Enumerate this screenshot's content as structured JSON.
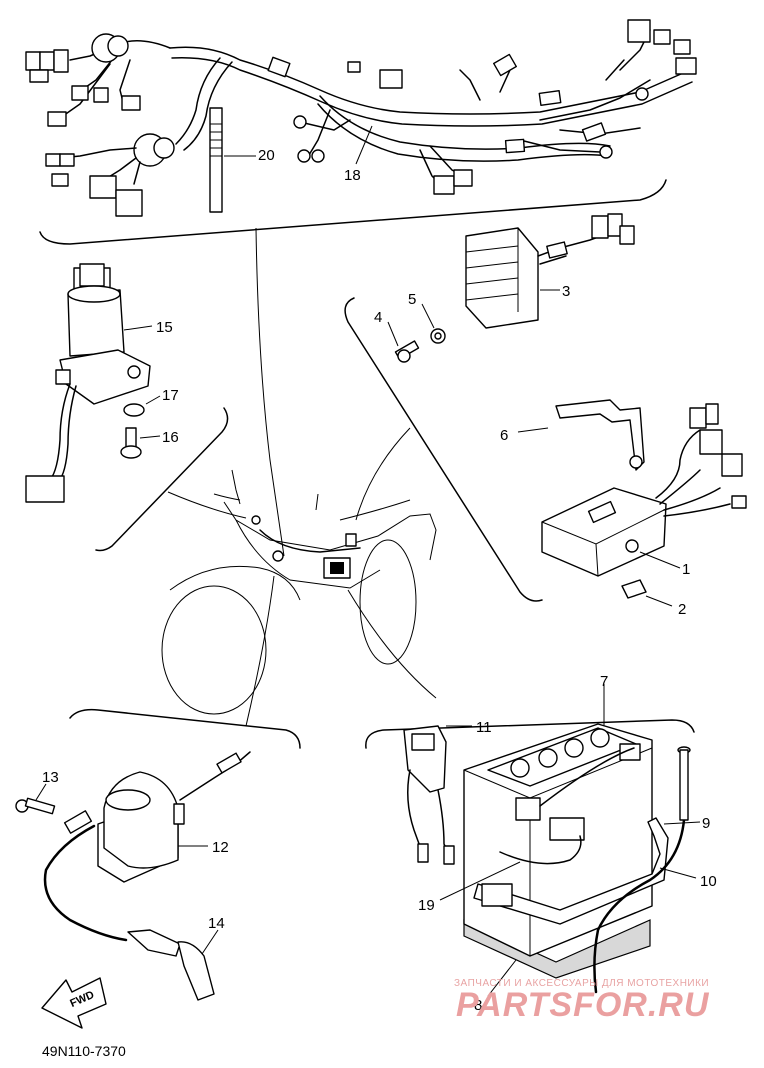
{
  "diagram": {
    "part_labels": [
      {
        "id": "1",
        "text": "1"
      },
      {
        "id": "2",
        "text": "2"
      },
      {
        "id": "3",
        "text": "3"
      },
      {
        "id": "4",
        "text": "4"
      },
      {
        "id": "5",
        "text": "5"
      },
      {
        "id": "6",
        "text": "6"
      },
      {
        "id": "7",
        "text": "7"
      },
      {
        "id": "8",
        "text": "8"
      },
      {
        "id": "9",
        "text": "9"
      },
      {
        "id": "10",
        "text": "10"
      },
      {
        "id": "11",
        "text": "11"
      },
      {
        "id": "12",
        "text": "12"
      },
      {
        "id": "13",
        "text": "13"
      },
      {
        "id": "14",
        "text": "14"
      },
      {
        "id": "15",
        "text": "15"
      },
      {
        "id": "16",
        "text": "16"
      },
      {
        "id": "17",
        "text": "17"
      },
      {
        "id": "18",
        "text": "18"
      },
      {
        "id": "19",
        "text": "19"
      },
      {
        "id": "20",
        "text": "20"
      }
    ],
    "forward_arrow_text": "FWD",
    "diagram_code": "49N110-7370",
    "watermark": {
      "line1": "ЗАПЧАСТИ И АКСЕССУАРЫ ДЛЯ МОТОТЕХНИКИ",
      "line2": "PARTSFOR.RU",
      "color": "#e8a0a0"
    },
    "colors": {
      "ink": "#000000",
      "paper": "#ffffff"
    }
  }
}
